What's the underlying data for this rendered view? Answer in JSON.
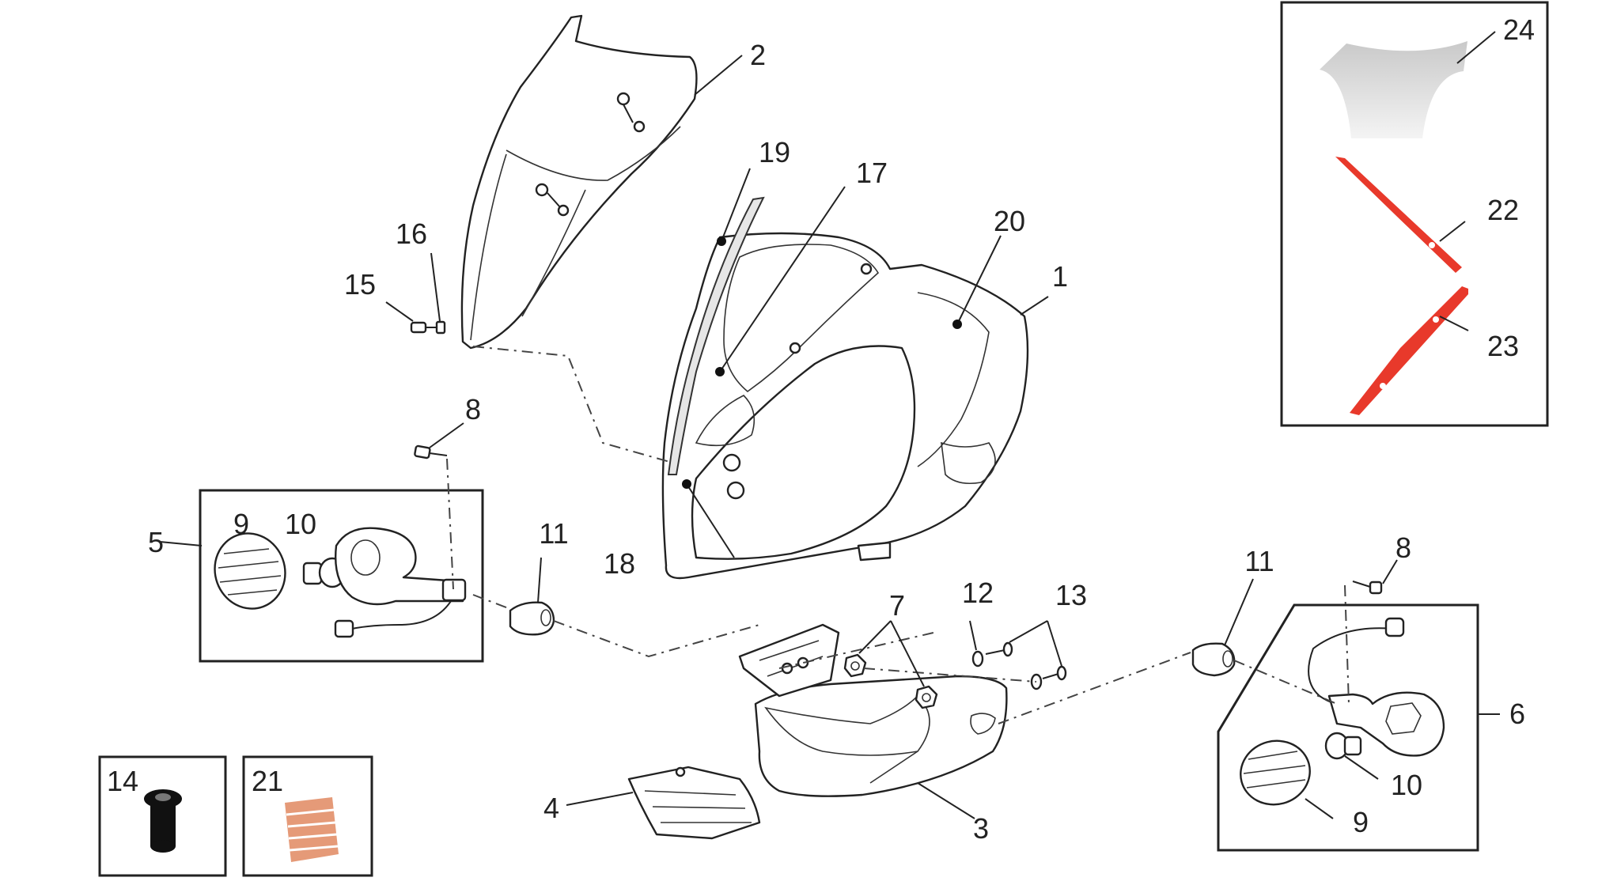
{
  "callouts": {
    "c1": "1",
    "c2": "2",
    "c3": "3",
    "c4": "4",
    "c5": "5",
    "c6": "6",
    "c7": "7",
    "c8a": "8",
    "c8b": "8",
    "c9a": "9",
    "c9b": "9",
    "c10a": "10",
    "c10b": "10",
    "c11a": "11",
    "c11b": "11",
    "c12": "12",
    "c13": "13",
    "c14": "14",
    "c15": "15",
    "c16": "16",
    "c17": "17",
    "c18": "18",
    "c19": "19",
    "c20": "20",
    "c21": "21",
    "c22": "22",
    "c23": "23",
    "c24": "24"
  },
  "colors": {
    "line": "#222222",
    "trim_red": "#e8392b",
    "spring": "#e59a78",
    "screen_grey": "#cfcfcf",
    "background": "#ffffff"
  }
}
